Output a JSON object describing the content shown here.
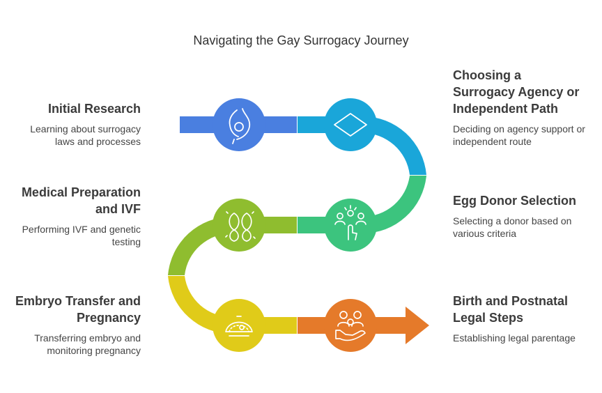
{
  "title": "Navigating the Gay Surrogacy Journey",
  "colors": {
    "step1": "#4a7fe0",
    "step2": "#1aa6d9",
    "step3": "#3cc47e",
    "step4": "#8fbd2f",
    "step5": "#e0cb19",
    "step6": "#e57a2a"
  },
  "steps": [
    {
      "heading": "Initial Research",
      "description": "Learning about surrogacy laws and processes",
      "icon": "pregnant-person-icon"
    },
    {
      "heading": "Choosing a Surrogacy Agency or Independent Path",
      "description": "Deciding on agency support or independent route",
      "icon": "diamond-icon"
    },
    {
      "heading": "Egg Donor Selection",
      "description": "Selecting a donor based on various criteria",
      "icon": "group-select-icon"
    },
    {
      "heading": "Medical Preparation and IVF",
      "description": "Performing IVF and genetic testing",
      "icon": "dna-cells-icon"
    },
    {
      "heading": "Embryo Transfer and Pregnancy",
      "description": "Transferring embryo and monitoring pregnancy",
      "icon": "ultrasound-icon"
    },
    {
      "heading": "Birth and Postnatal Legal Steps",
      "description": "Establishing legal parentage",
      "icon": "family-hand-icon"
    }
  ]
}
